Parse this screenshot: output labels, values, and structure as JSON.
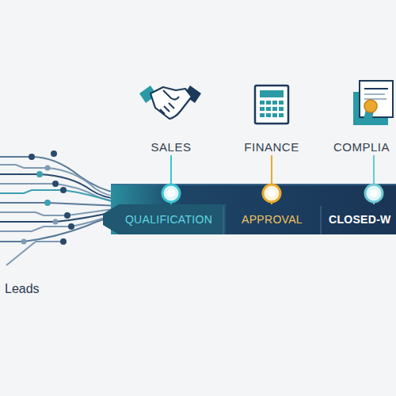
{
  "diagram": {
    "nodes": [
      {
        "text": [
          "SALES"
        ]
      },
      {
        "text": [
          "FINANCE"
        ]
      },
      {
        "text": [
          "COMPLIA"
        ]
      },
      {
        "text": [
          "QUALIFICATION"
        ]
      },
      {
        "text": [
          "APPROVAL"
        ]
      },
      {
        "text": [
          "CLOSED-W"
        ]
      }
    ],
    "edges": [
      {
        "from": 0,
        "to": 3,
        "arrow": "none"
      },
      {
        "from": 1,
        "to": 4,
        "arrow": "none"
      },
      {
        "from": 2,
        "to": 5,
        "arrow": "none"
      }
    ],
    "labels": [
      "Leads"
    ]
  }
}
